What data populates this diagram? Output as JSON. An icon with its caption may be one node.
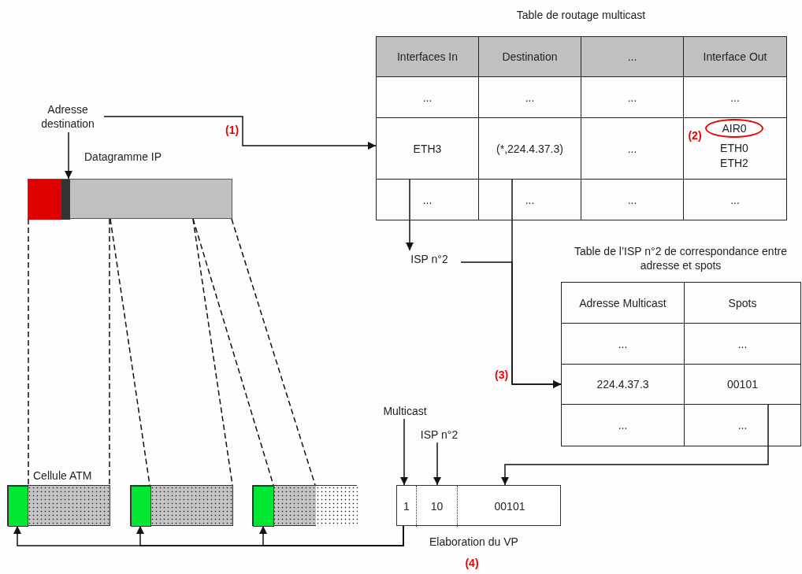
{
  "diagram": {
    "nodes": [
      {
        "text": [
          "Adresse destination"
        ]
      },
      {
        "text": [
          "Table de routage multicast"
        ]
      },
      {
        "text": [
          "ETH3"
        ],
        "in": 1
      },
      {
        "text": [
          "(*,224.4.37.3)"
        ],
        "in": 1
      },
      {
        "text": [
          "AIR0"
        ],
        "in": 1
      },
      {
        "text": [],
        "shape": "bar",
        "beside": [
          "Datagramme IP"
        ]
      },
      {
        "text": [
          "ISP n°2"
        ]
      },
      {
        "text": [
          "Table de l’ISP n°2 de correspondance entre adresse et spots"
        ]
      },
      {
        "text": [
          "224.4.37.3"
        ],
        "in": 7
      },
      {
        "text": [
          "00101"
        ],
        "in": 7
      },
      {
        "text": [
          "Multicast"
        ]
      },
      {
        "text": [
          "ISP n°2"
        ]
      },
      {
        "text": [],
        "shape": "box",
        "beside": [
          "Elaboration du VP"
        ]
      },
      {
        "text": [
          "1"
        ],
        "in": 12
      },
      {
        "text": [
          "10"
        ],
        "in": 12
      },
      {
        "text": [
          "00101"
        ],
        "in": 12
      },
      {
        "text": [],
        "shape": "box",
        "beside": [
          "Cellule ATM"
        ]
      },
      {
        "text": [],
        "shape": "box",
        "in": 16
      },
      {
        "text": [],
        "shape": "box"
      },
      {
        "text": [],
        "shape": "box",
        "in": 18
      },
      {
        "text": [],
        "shape": "box"
      },
      {
        "text": [],
        "shape": "box",
        "in": 20
      }
    ],
    "edges": [
      {
        "from": 0,
        "to": 2,
        "arrow": "to",
        "label": "(1)"
      },
      {
        "from": 0,
        "to": 5,
        "arrow": "to"
      },
      {
        "from": 2,
        "to": 6,
        "arrow": "to"
      },
      {
        "from": 3,
        "to": 8,
        "arrow": "to",
        "label": "(3)"
      },
      {
        "from": 6,
        "to": 8,
        "arrow": "to"
      },
      {
        "from": 9,
        "to": 15,
        "arrow": "to"
      },
      {
        "from": 10,
        "to": 13,
        "arrow": "to"
      },
      {
        "from": 11,
        "to": 14,
        "arrow": "to"
      },
      {
        "from": 12,
        "to": 17,
        "arrow": "to"
      },
      {
        "from": 12,
        "to": 19,
        "arrow": "to"
      },
      {
        "from": 12,
        "to": 21,
        "arrow": "to"
      },
      {
        "from": 5,
        "to": 16,
        "arrow": "none",
        "style": "dashed"
      },
      {
        "from": 5,
        "to": 16,
        "arrow": "none",
        "style": "dashed"
      },
      {
        "from": 5,
        "to": 18,
        "arrow": "none",
        "style": "dashed"
      },
      {
        "from": 5,
        "to": 18,
        "arrow": "none",
        "style": "dashed"
      },
      {
        "from": 5,
        "to": 20,
        "arrow": "none",
        "style": "dashed"
      },
      {
        "from": 5,
        "to": 20,
        "arrow": "none",
        "style": "dashed"
      }
    ],
    "labels": [
      "Interfaces In",
      "Destination",
      "...",
      "Interface Out",
      "...",
      "...",
      "...",
      "...",
      "...",
      "(2)",
      "ETH0",
      "ETH2",
      "...",
      "...",
      "...",
      "...",
      "Adresse Multicast",
      "Spots",
      "...",
      "...",
      "...",
      "...",
      "(4)"
    ]
  }
}
